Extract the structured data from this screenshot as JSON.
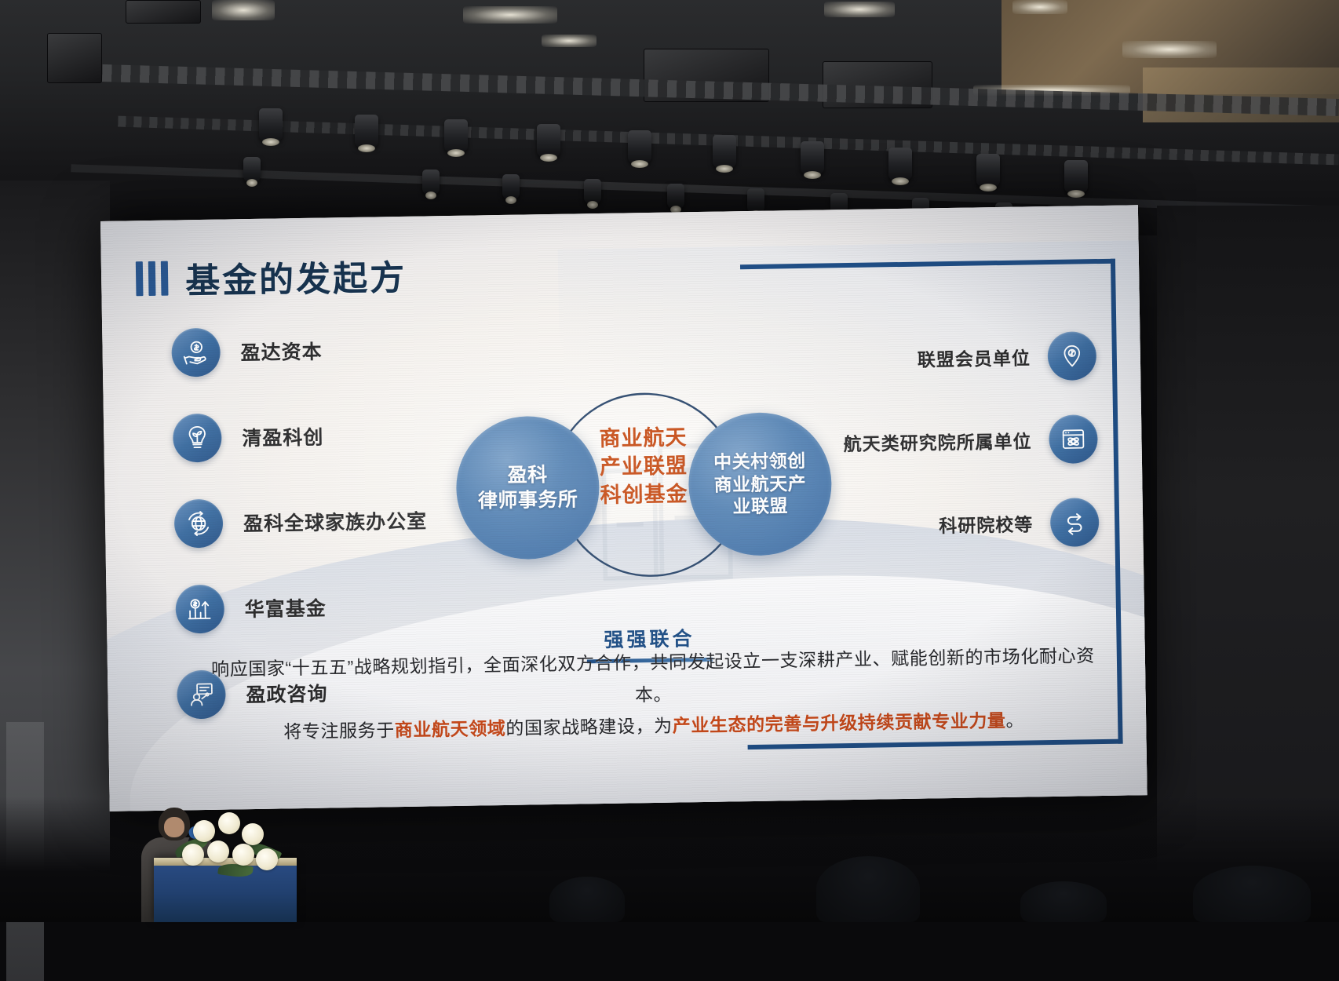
{
  "slide": {
    "title": "基金的发起方",
    "left_items": [
      {
        "label": "盈达资本",
        "icon": "hand-coin-icon"
      },
      {
        "label": "清盈科创",
        "icon": "lightbulb-sprout-icon"
      },
      {
        "label": "盈科全球家族办公室",
        "icon": "globe-arrows-icon"
      },
      {
        "label": "华富基金",
        "icon": "bar-chart-dollar-icon"
      },
      {
        "label": "盈政咨询",
        "icon": "presentation-person-icon"
      }
    ],
    "center": {
      "left_circle": [
        "盈科",
        "律师事务所"
      ],
      "fund_name": [
        "商业航天",
        "产业联盟",
        "科创基金"
      ],
      "right_circle": [
        "中关村领创",
        "商业航天产",
        "业联盟"
      ],
      "union_label": "强强联合"
    },
    "right_items": [
      {
        "label": "联盟会员单位",
        "icon": "location-pin-icon"
      },
      {
        "label": "航天类研究院所属单位",
        "icon": "atom-window-icon"
      },
      {
        "label": "科研院校等",
        "icon": "exchange-arrows-icon"
      }
    ],
    "bottom_note": {
      "line1_a": "响应国家“十五五”战略规划指引，全面深化双方合作，共同发起设立一支深耕产业、赋能创新的市场化耐心资本。",
      "line2_a": "将专注服务于",
      "line2_hl1": "商业航天领域",
      "line2_b": "的国家战略建设，为",
      "line2_hl2": "产业生态的完善与升级持续贡献专业力量",
      "line2_c": "。"
    }
  },
  "colors": {
    "brand_blue": "#2a5a96",
    "accent_orange": "#c74a12",
    "deep_navy": "#17334f"
  }
}
